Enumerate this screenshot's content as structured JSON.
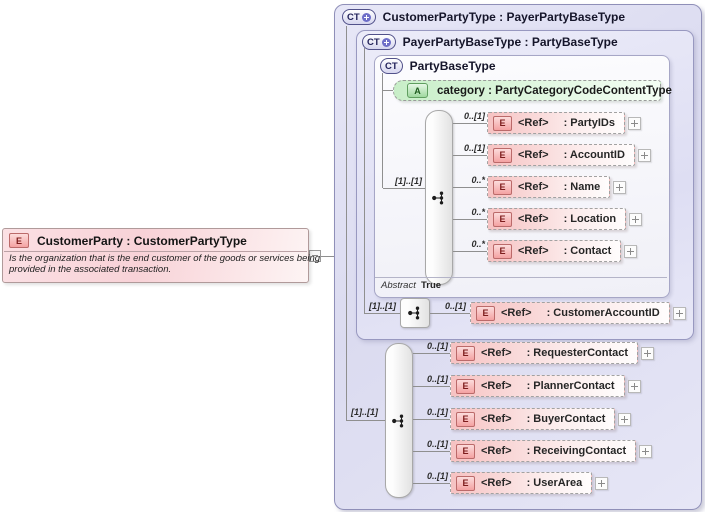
{
  "left_panel": {
    "badge": "E",
    "title": "CustomerParty : CustomerPartyType",
    "description": [
      "Is the organization that is the end customer of the goods or services being",
      "provided in the associated transaction."
    ]
  },
  "boxes": {
    "outer": {
      "badge": "CT",
      "title": "CustomerPartyType : PayerPartyBaseType"
    },
    "payer": {
      "badge": "CT",
      "title": "PayerPartyBaseType : PartyBaseType"
    },
    "base": {
      "badge": "CT",
      "title": "PartyBaseType"
    }
  },
  "attribute": {
    "badge": "A",
    "label": "category : PartyCategoryCodeContentType"
  },
  "base_sequence": {
    "occurrence": "[1]..[1]",
    "elements": [
      {
        "cardinality": "0..[1]",
        "badge": "E",
        "ref": "<Ref>",
        "name": ": PartyIDs"
      },
      {
        "cardinality": "0..[1]",
        "badge": "E",
        "ref": "<Ref>",
        "name": ": AccountID"
      },
      {
        "cardinality": "0..*",
        "badge": "E",
        "ref": "<Ref>",
        "name": ": Name"
      },
      {
        "cardinality": "0..*",
        "badge": "E",
        "ref": "<Ref>",
        "name": ": Location"
      },
      {
        "cardinality": "0..*",
        "badge": "E",
        "ref": "<Ref>",
        "name": ": Contact"
      }
    ],
    "footer": {
      "label": "Abstract",
      "value": "True"
    }
  },
  "payer_sequence": {
    "occurrence": "[1]..[1]",
    "elements": [
      {
        "cardinality": "0..[1]",
        "badge": "E",
        "ref": "<Ref>",
        "name": ": CustomerAccountID"
      }
    ]
  },
  "outer_sequence": {
    "occurrence": "[1]..[1]",
    "elements": [
      {
        "cardinality": "0..[1]",
        "badge": "E",
        "ref": "<Ref>",
        "name": ": RequesterContact"
      },
      {
        "cardinality": "0..[1]",
        "badge": "E",
        "ref": "<Ref>",
        "name": ": PlannerContact"
      },
      {
        "cardinality": "0..[1]",
        "badge": "E",
        "ref": "<Ref>",
        "name": ": BuyerContact"
      },
      {
        "cardinality": "0..[1]",
        "badge": "E",
        "ref": "<Ref>",
        "name": ": ReceivingContact"
      },
      {
        "cardinality": "0..[1]",
        "badge": "E",
        "ref": "<Ref>",
        "name": ": UserArea"
      }
    ]
  },
  "colors": {
    "container_lavender": "#dedef3",
    "element_pink": "#f6c2c2",
    "attribute_green": "#c8eec8",
    "badge_red_border": "#bb6a6a",
    "badge_green_border": "#5f9e5f",
    "badge_blue_border": "#51518a",
    "line_gray": "#8f8f8f"
  }
}
